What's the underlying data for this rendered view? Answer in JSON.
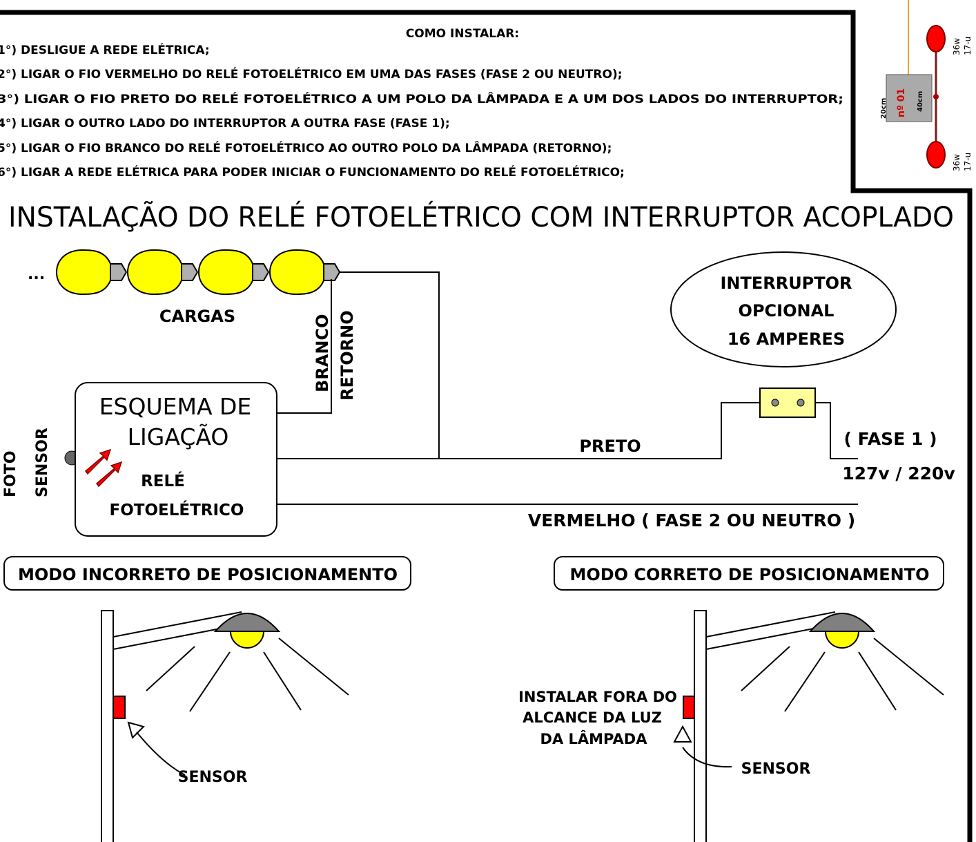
{
  "instructions": {
    "heading": "COMO INSTALAR:",
    "steps": [
      "1°) DESLIGUE A REDE ELÉTRICA;",
      "2°) LIGAR O FIO VERMELHO DO RELÉ FOTOELÉTRICO EM UMA DAS FASES (FASE 2 OU NEUTRO);",
      "3°) LIGAR O FIO PRETO DO RELÉ FOTOELÉTRICO A UM POLO DA LÂMPADA E A UM DOS LADOS DO INTERRUPTOR;",
      "4°) LIGAR O OUTRO LADO DO INTERRUPTOR A OUTRA FASE (FASE 1);",
      "5°) LIGAR O FIO BRANCO DO RELÉ FOTOELÉTRICO AO OUTRO POLO DA LÂMPADA (RETORNO);",
      "6°) LIGAR A REDE ELÉTRICA PARA PODER INICIAR O FUNCIONAMENTO DO RELÉ FOTOELÉTRICO;"
    ]
  },
  "title": "INSTALAÇÃO DO RELÉ FOTOELÉTRICO COM INTERRUPTOR ACOPLADO",
  "loads": {
    "ellipsis": "...",
    "label": "CARGAS"
  },
  "white_wire": {
    "line1": "BRANCO",
    "line2": "RETORNO"
  },
  "relay_box": {
    "title_line1": "ESQUEMA  DE",
    "title_line2": "LIGAÇÃO",
    "sub_line1": "RELÉ",
    "sub_line2": "FOTOELÉTRICO"
  },
  "photo_sensor": {
    "line1": "FOTO",
    "line2": "SENSOR"
  },
  "switch_box": {
    "line1": "INTERRUPTOR",
    "line2": "OPCIONAL",
    "line3": "16 AMPERES"
  },
  "wires": {
    "black": "PRETO",
    "phase1": "( FASE 1 )",
    "voltage": "127v / 220v",
    "red": "VERMELHO ( FASE 2 OU NEUTRO )"
  },
  "incorrect": {
    "label": "MODO INCORRETO DE POSICIONAMENTO",
    "sensor": "SENSOR"
  },
  "correct": {
    "label": "MODO CORRETO DE POSICIONAMENTO",
    "note_line1": "INSTALAR FORA DO",
    "note_line2": "ALCANCE DA LUZ",
    "note_line3": "DA LÂMPADA",
    "sensor": "SENSOR"
  },
  "fixture_tag": {
    "watt_top": "36w",
    "watt_top_b": "17-u",
    "watt_bottom": "36w",
    "watt_bottom_b": "17-u",
    "dim_a": "20cm",
    "dim_b": "nº 01",
    "dim_c": "40cm"
  },
  "colors": {
    "bulb": "#ffff00",
    "bulb_socket": "#b0b0b0",
    "relay_red": "#ff0000",
    "switch_fill": "#ffff99",
    "lamp_shade": "#7f7f7f",
    "fixture_wire": "#f0a040"
  }
}
